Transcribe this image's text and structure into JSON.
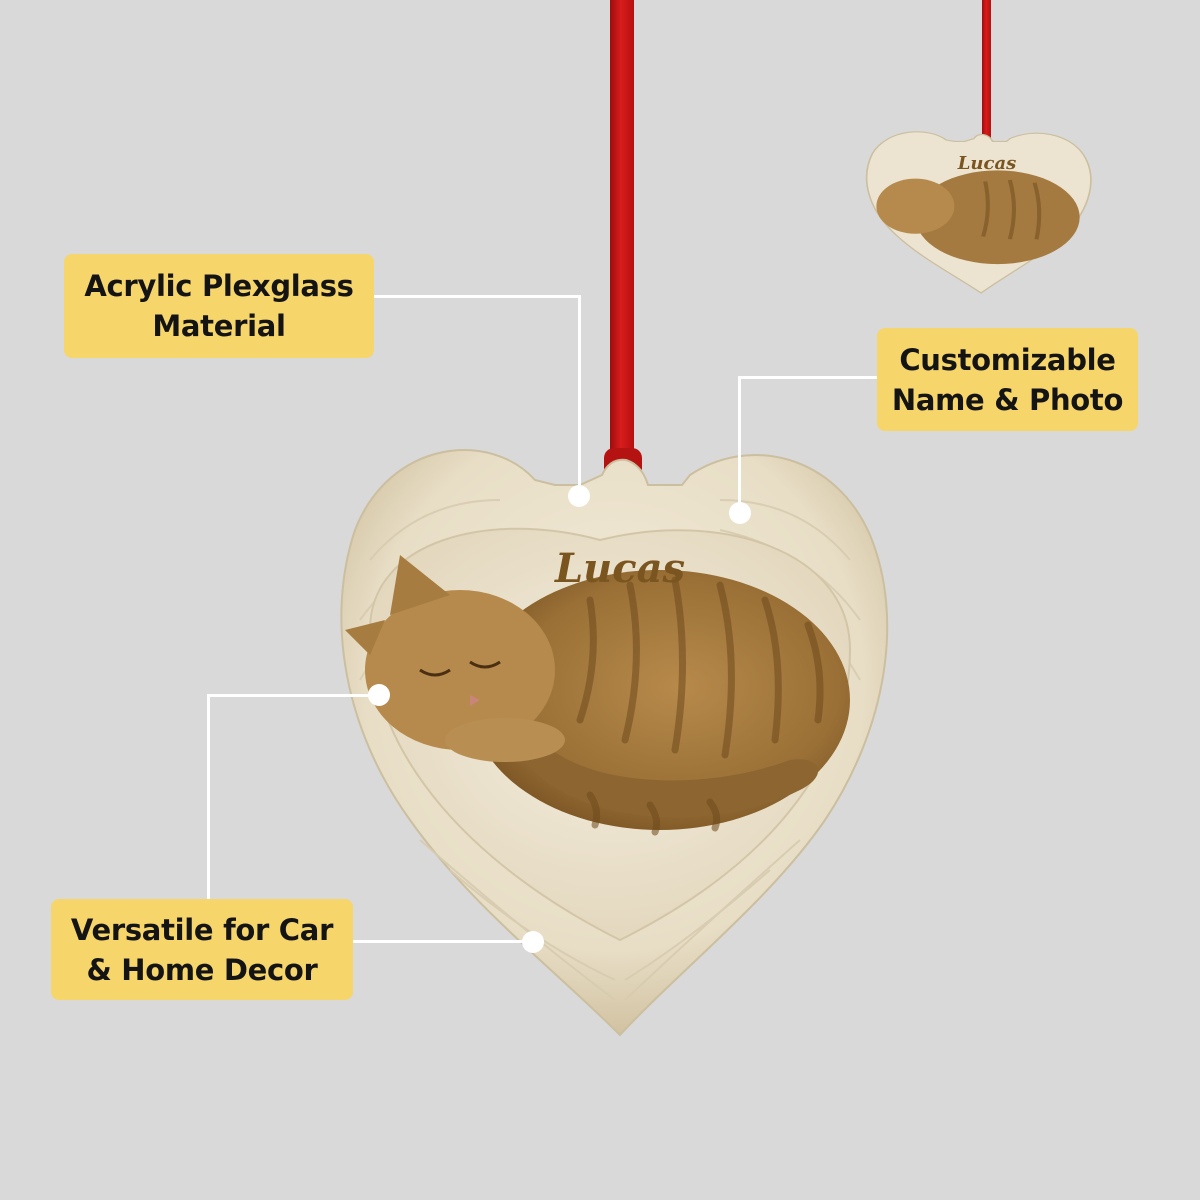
{
  "background_color": "#d9d9d9",
  "accent_color": "#f6d56b",
  "ribbon_color": "#c8161a",
  "product": {
    "main_ornament": {
      "name_text": "Lucas",
      "shape": "heart-angel-wings",
      "image": "sleeping-tabby-cat"
    },
    "preview_ornament": {
      "name_text": "Lucas",
      "shape": "heart-angel-wings",
      "image": "sleeping-tabby-cat"
    }
  },
  "callouts": [
    {
      "line1": "Acrylic Plexglass",
      "line2": "Material"
    },
    {
      "line1": "Customizable",
      "line2": "Name & Photo"
    },
    {
      "line1": "Versatile for Car",
      "line2": "& Home Decor"
    }
  ]
}
